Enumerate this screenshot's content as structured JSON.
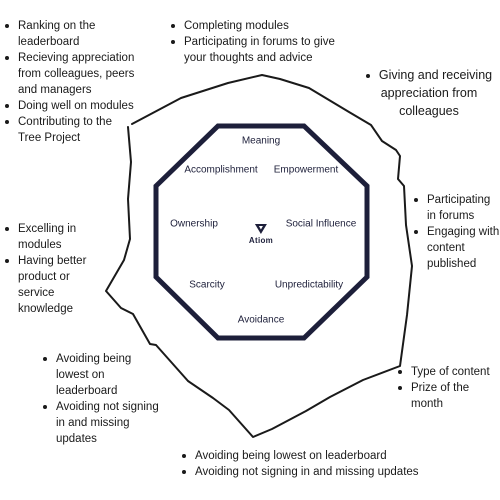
{
  "octagon_labels": {
    "meaning": "Meaning",
    "empowerment": "Empowerment",
    "social_influence": "Social Influence",
    "unpredictability": "Unpredictability",
    "avoidance": "Avoidance",
    "scarcity": "Scarcity",
    "ownership": "Ownership",
    "accomplishment": "Accomplishment"
  },
  "logo_text": "Atiom",
  "colors": {
    "octagon_stroke": "#1d1f3a",
    "outline_stroke": "#1a1a1a",
    "text": "#1a1a1a"
  },
  "notes": {
    "top": [
      "Completing modules",
      "Participating in forums to give your thoughts and advice"
    ],
    "top_right": [
      "Giving and receiving appreciation from colleagues"
    ],
    "right": [
      "Participating in forums",
      "Engaging with content published"
    ],
    "bottom_right": [
      "Type of content",
      "Prize of the month"
    ],
    "bottom": [
      "Avoiding being lowest on leaderboard",
      "Avoiding not signing in and missing updates"
    ],
    "bottom_left": [
      "Avoiding being lowest on leaderboard",
      "Avoiding not signing in and missing updates"
    ],
    "left": [
      "Excelling in modules",
      "Having better product or service knowledge"
    ],
    "top_left": [
      "Ranking on the leaderboard",
      "Recieving appreciation from colleagues, peers and managers",
      "Doing well on modules",
      "Contributing to the Tree Project"
    ]
  }
}
